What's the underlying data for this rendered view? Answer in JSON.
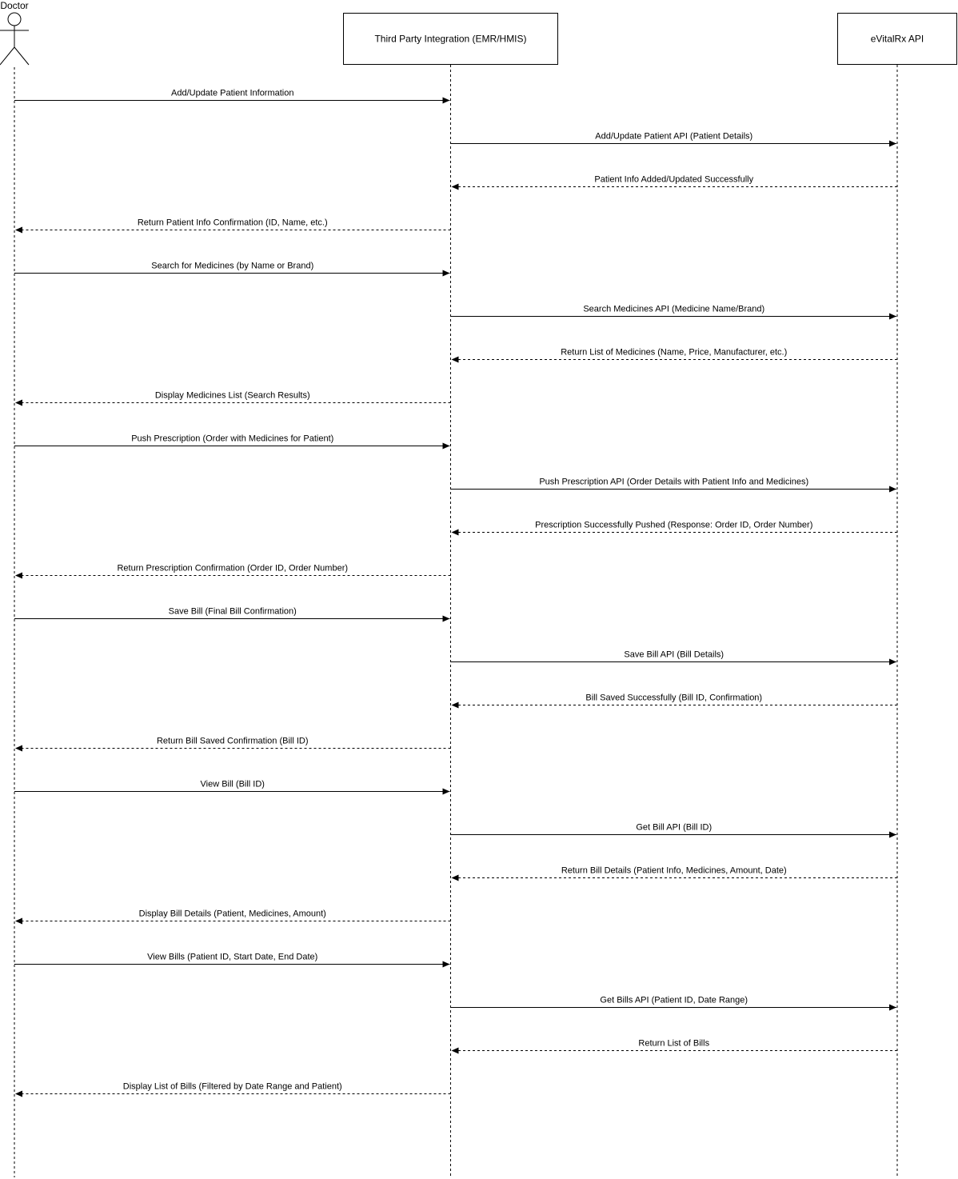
{
  "participants": [
    {
      "id": "doctor",
      "kind": "actor",
      "label": "Doctor"
    },
    {
      "id": "integration",
      "kind": "box",
      "label": "Third Party Integration (EMR/HMIS)"
    },
    {
      "id": "evitalrx",
      "kind": "box",
      "label": "eVitalRx API"
    }
  ],
  "messages": [
    {
      "from": "doctor",
      "to": "integration",
      "style": "sync",
      "label": "Add/Update Patient Information"
    },
    {
      "from": "integration",
      "to": "evitalrx",
      "style": "sync",
      "label": "Add/Update Patient API (Patient Details)"
    },
    {
      "from": "evitalrx",
      "to": "integration",
      "style": "reply",
      "label": "Patient Info Added/Updated Successfully"
    },
    {
      "from": "integration",
      "to": "doctor",
      "style": "reply",
      "label": "Return Patient Info Confirmation (ID, Name, etc.)"
    },
    {
      "from": "doctor",
      "to": "integration",
      "style": "sync",
      "label": "Search for Medicines (by Name or Brand)"
    },
    {
      "from": "integration",
      "to": "evitalrx",
      "style": "sync",
      "label": "Search Medicines API (Medicine Name/Brand)"
    },
    {
      "from": "evitalrx",
      "to": "integration",
      "style": "reply",
      "label": "Return List of Medicines (Name, Price, Manufacturer, etc.)"
    },
    {
      "from": "integration",
      "to": "doctor",
      "style": "reply",
      "label": "Display Medicines List (Search Results)"
    },
    {
      "from": "doctor",
      "to": "integration",
      "style": "sync",
      "label": "Push Prescription (Order with Medicines for Patient)"
    },
    {
      "from": "integration",
      "to": "evitalrx",
      "style": "sync",
      "label": "Push Prescription API (Order Details with Patient Info and Medicines)"
    },
    {
      "from": "evitalrx",
      "to": "integration",
      "style": "reply",
      "label": "Prescription Successfully Pushed (Response: Order ID, Order Number)"
    },
    {
      "from": "integration",
      "to": "doctor",
      "style": "reply",
      "label": "Return Prescription Confirmation (Order ID, Order Number)"
    },
    {
      "from": "doctor",
      "to": "integration",
      "style": "sync",
      "label": "Save Bill (Final Bill Confirmation)"
    },
    {
      "from": "integration",
      "to": "evitalrx",
      "style": "sync",
      "label": "Save Bill API (Bill Details)"
    },
    {
      "from": "evitalrx",
      "to": "integration",
      "style": "reply",
      "label": "Bill Saved Successfully (Bill ID, Confirmation)"
    },
    {
      "from": "integration",
      "to": "doctor",
      "style": "reply",
      "label": "Return Bill Saved Confirmation (Bill ID)"
    },
    {
      "from": "doctor",
      "to": "integration",
      "style": "sync",
      "label": "View Bill (Bill ID)"
    },
    {
      "from": "integration",
      "to": "evitalrx",
      "style": "sync",
      "label": "Get Bill API (Bill ID)"
    },
    {
      "from": "evitalrx",
      "to": "integration",
      "style": "reply",
      "label": "Return Bill Details (Patient Info, Medicines, Amount, Date)"
    },
    {
      "from": "integration",
      "to": "doctor",
      "style": "reply",
      "label": "Display Bill Details (Patient, Medicines, Amount)"
    },
    {
      "from": "doctor",
      "to": "integration",
      "style": "sync",
      "label": "View Bills (Patient ID, Start Date, End Date)"
    },
    {
      "from": "integration",
      "to": "evitalrx",
      "style": "sync",
      "label": "Get Bills API (Patient ID, Date Range)"
    },
    {
      "from": "evitalrx",
      "to": "integration",
      "style": "reply",
      "label": "Return List of Bills"
    },
    {
      "from": "integration",
      "to": "doctor",
      "style": "reply",
      "label": "Display List of Bills (Filtered by Date Range and Patient)"
    }
  ]
}
